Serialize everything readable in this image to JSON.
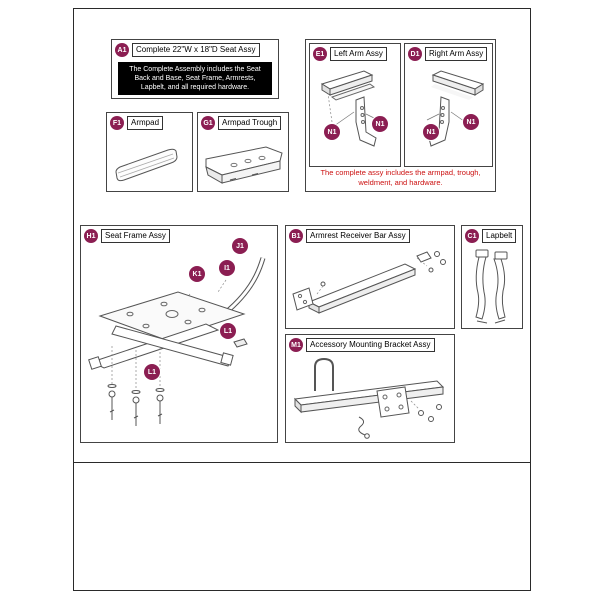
{
  "colors": {
    "badge": "#8b1e52",
    "note_red": "#cc1111"
  },
  "panels": {
    "a1": {
      "badge": "A1",
      "title": "Complete 22\"W x 18\"D Seat Assy",
      "note": "The Complete Assembly includes the Seat Back and Base, Seat Frame, Armrests, Lapbelt, and all required hardware."
    },
    "f1": {
      "badge": "F1",
      "title": "Armpad"
    },
    "g1": {
      "badge": "G1",
      "title": "Armpad Trough"
    },
    "arm_group": {
      "e1": {
        "badge": "E1",
        "title": "Left Arm Assy",
        "callout1": "N1",
        "callout2": "N1"
      },
      "d1": {
        "badge": "D1",
        "title": "Right Arm Assy",
        "callout1": "N1",
        "callout2": "N1"
      },
      "note": "The complete assy includes the armpad, trough, weldment, and hardware."
    },
    "h1": {
      "badge": "H1",
      "title": "Seat Frame Assy",
      "callout_j1": "J1",
      "callout_k1": "K1",
      "callout_i1": "I1",
      "callout_l1a": "L1",
      "callout_l1b": "L1"
    },
    "b1": {
      "badge": "B1",
      "title": "Armrest Receiver Bar Assy"
    },
    "c1": {
      "badge": "C1",
      "title": "Lapbelt"
    },
    "m1": {
      "badge": "M1",
      "title": "Accessory Mounting Bracket Assy"
    }
  }
}
